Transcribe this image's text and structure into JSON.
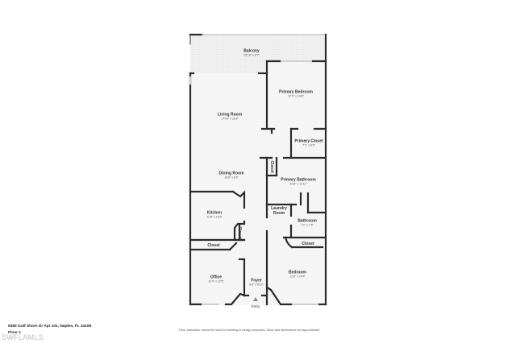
{
  "listing": {
    "address": "9380 Gulf Shore Dr Apt 101, Naples, FL 34108",
    "floor": "Floor 1",
    "watermark": "SWFLAMLS",
    "disclaimer": "Floor plans/tour cannot be used for building or design purposes. Sizes and dimensions are approximate."
  },
  "entry": {
    "label": "Entry"
  },
  "rooms": {
    "balcony": {
      "name": "Balcony",
      "dim": "29'10\" x 8'7\""
    },
    "primary_bedroom": {
      "name": "Primary Bedroom",
      "dim": "12'9\" x 14'8\""
    },
    "living_room": {
      "name": "Living Room",
      "dim": "17'10\" x 18'3\""
    },
    "primary_closet": {
      "name": "Primary Closet",
      "dim": "7'1\" x 6'3\""
    },
    "closet_hall": {
      "name": "Closet"
    },
    "primary_bathroom": {
      "name": "Primary Bathroom",
      "dim": "12'8\" x 11'11\""
    },
    "dining_room": {
      "name": "Dining Room",
      "dim": "16'8\" x 8'9\""
    },
    "kitchen": {
      "name": "Kitchen",
      "dim": "11'8\" x 10'9\""
    },
    "kitchen_closet": {
      "name": "Closet"
    },
    "laundry_room": {
      "name": "Laundry Room"
    },
    "bathroom": {
      "name": "Bathroom",
      "dim": "7'2\" x 7'5\""
    },
    "office_closet": {
      "name": "Closet"
    },
    "bedroom_closet": {
      "name": "Closet"
    },
    "office": {
      "name": "Office",
      "dim": "11'4\" x 12'5\""
    },
    "foyer": {
      "name": "Foyer",
      "dim": "6'8\" x 6'10\""
    },
    "bedroom": {
      "name": "Bedroom",
      "dim": "12'8\" x 14'4\""
    }
  },
  "colors": {
    "wall": "#2b2b2b",
    "floor": "#f5f5f5",
    "balcony": "#efefef",
    "window": "#cfcfcf"
  }
}
